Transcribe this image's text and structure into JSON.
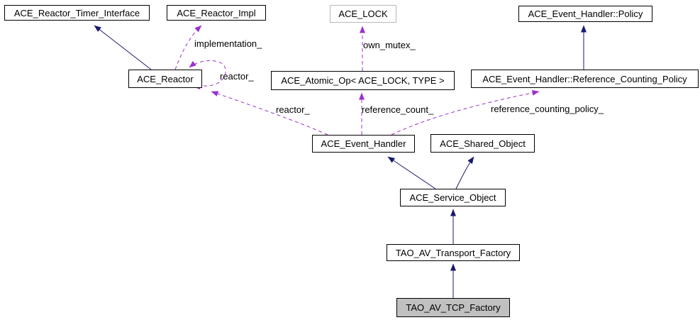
{
  "diagram_type": "class-collaboration-graph",
  "nodes": {
    "timer_interface": {
      "label": "ACE_Reactor_Timer_Interface"
    },
    "reactor_impl": {
      "label": "ACE_Reactor_Impl"
    },
    "ace_lock": {
      "label": "ACE_LOCK"
    },
    "eh_policy": {
      "label": "ACE_Event_Handler::Policy"
    },
    "reactor": {
      "label": "ACE_Reactor"
    },
    "atomic_op": {
      "label": "ACE_Atomic_Op< ACE_LOCK, TYPE >"
    },
    "ref_counting_policy": {
      "label": "ACE_Event_Handler::Reference_Counting_Policy"
    },
    "event_handler": {
      "label": "ACE_Event_Handler"
    },
    "shared_object": {
      "label": "ACE_Shared_Object"
    },
    "service_object": {
      "label": "ACE_Service_Object"
    },
    "transport_factory": {
      "label": "TAO_AV_Transport_Factory"
    },
    "tcp_factory": {
      "label": "TAO_AV_TCP_Factory"
    }
  },
  "edge_labels": {
    "implementation": "implementation_",
    "own_mutex": "own_mutex_",
    "reactor_self": "reactor_",
    "reactor": "reactor_",
    "reference_count": "reference_count_",
    "reference_counting_policy": "reference_counting_policy_"
  },
  "edges": [
    {
      "from": "ACE_Reactor",
      "to": "ACE_Reactor_Timer_Interface",
      "type": "inheritance",
      "label": ""
    },
    {
      "from": "ACE_Reactor",
      "to": "ACE_Reactor_Impl",
      "type": "usage",
      "label": "implementation_"
    },
    {
      "from": "ACE_Reactor",
      "to": "ACE_Reactor",
      "type": "usage",
      "label": "reactor_"
    },
    {
      "from": "ACE_Atomic_Op< ACE_LOCK, TYPE >",
      "to": "ACE_LOCK",
      "type": "usage",
      "label": "own_mutex_"
    },
    {
      "from": "ACE_Event_Handler::Reference_Counting_Policy",
      "to": "ACE_Event_Handler::Policy",
      "type": "inheritance",
      "label": ""
    },
    {
      "from": "ACE_Event_Handler",
      "to": "ACE_Reactor",
      "type": "usage",
      "label": "reactor_"
    },
    {
      "from": "ACE_Event_Handler",
      "to": "ACE_Atomic_Op< ACE_LOCK, TYPE >",
      "type": "usage",
      "label": "reference_count_"
    },
    {
      "from": "ACE_Event_Handler",
      "to": "ACE_Event_Handler::Reference_Counting_Policy",
      "type": "usage",
      "label": "reference_counting_policy_"
    },
    {
      "from": "ACE_Service_Object",
      "to": "ACE_Event_Handler",
      "type": "inheritance",
      "label": ""
    },
    {
      "from": "ACE_Service_Object",
      "to": "ACE_Shared_Object",
      "type": "inheritance",
      "label": ""
    },
    {
      "from": "TAO_AV_Transport_Factory",
      "to": "ACE_Service_Object",
      "type": "inheritance",
      "label": ""
    },
    {
      "from": "TAO_AV_TCP_Factory",
      "to": "TAO_AV_Transport_Factory",
      "type": "inheritance",
      "label": ""
    }
  ],
  "colors": {
    "arrow_inheritance": "#191970",
    "arrow_usage": "#9a32cd",
    "node_border": "#000000",
    "external_node_border": "#b9b9b9",
    "focus_node_fill": "#c0c0c0",
    "node_fill": "#ffffff",
    "background": "#ffffff",
    "text": "#000000"
  }
}
